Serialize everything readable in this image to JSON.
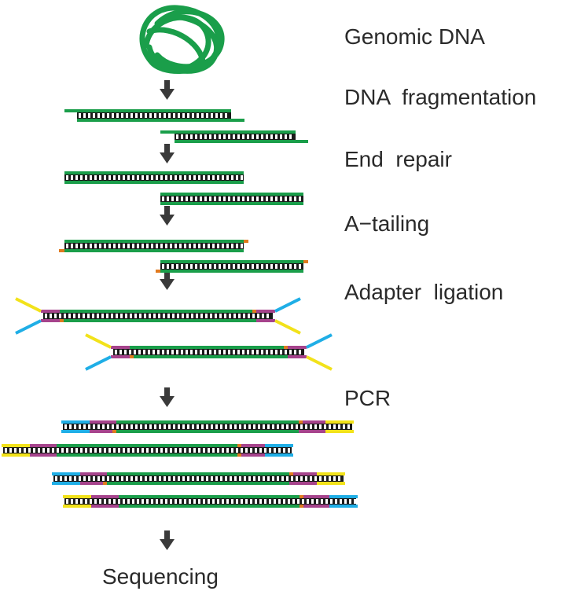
{
  "steps": [
    {
      "label": "Genomic DNA"
    },
    {
      "label": "DNA  fragmentation"
    },
    {
      "label": "End  repair"
    },
    {
      "label": "A−tailing"
    },
    {
      "label": "Adapter  ligation"
    },
    {
      "label": "PCR"
    },
    {
      "label": "Sequencing"
    }
  ],
  "colors": {
    "strand": "#1a9e4a",
    "base_dark": "#1a1a1a",
    "base_light": "#ffffff",
    "a_tail": "#e07a1f",
    "adapter_magenta": "#a6438c",
    "adapter_yellow": "#f2e21a",
    "adapter_blue": "#1faee6",
    "arrow": "#3a3a3a",
    "text": "#2a2a2a"
  }
}
